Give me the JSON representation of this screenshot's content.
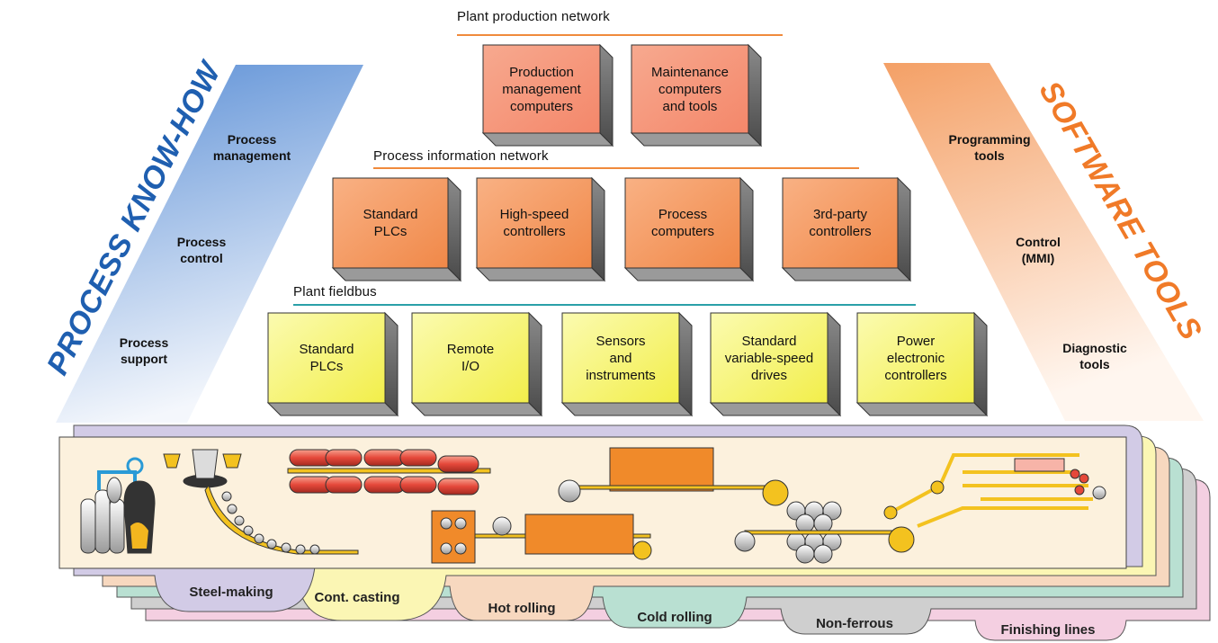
{
  "networks": {
    "production": "Plant production network",
    "information": "Process information network",
    "fieldbus": "Plant fieldbus"
  },
  "colors": {
    "production_line": "#f08a3c",
    "information_line": "#f08a3c",
    "fieldbus_line": "#2aa0a8",
    "knowhow_text": "#1f5fb0",
    "software_text": "#f07a28",
    "knowhow_band": "#5b8fd6",
    "software_band": "#f4a066"
  },
  "boxes": {
    "production": [
      "Production\nmanagement\ncomputers",
      "Maintenance\ncomputers\nand tools"
    ],
    "information": [
      "Standard\nPLCs",
      "High-speed\ncontrollers",
      "Process\ncomputers",
      "3rd-party\ncontrollers"
    ],
    "fieldbus": [
      "Standard\nPLCs",
      "Remote\nI/O",
      "Sensors\nand\ninstruments",
      "Standard\nvariable-speed\ndrives",
      "Power\nelectronic\ncontrollers"
    ]
  },
  "process_knowhow": {
    "title": "PROCESS KNOW-HOW",
    "items": [
      "Process\nmanagement",
      "Process\ncontrol",
      "Process\nsupport"
    ]
  },
  "software_tools": {
    "title": "SOFTWARE TOOLS",
    "items": [
      "Programming\ntools",
      "Control\n(MMI)",
      "Diagnostic\ntools"
    ]
  },
  "process_tabs": [
    "Steel-making",
    "Cont. casting",
    "Hot rolling",
    "Cold rolling",
    "Non-ferrous",
    "Finishing lines"
  ]
}
